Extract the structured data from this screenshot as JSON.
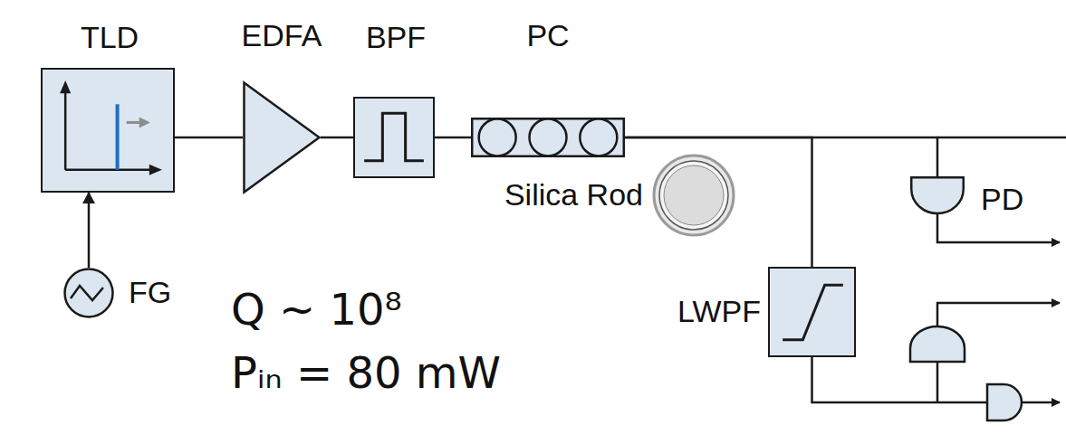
{
  "diagram": {
    "nodes": [
      {
        "text": [
          "TLD"
        ]
      },
      {
        "text": [
          "EDFA"
        ]
      },
      {
        "text": [
          "BPF"
        ]
      },
      {
        "text": [
          "PC"
        ]
      },
      {
        "text": [
          "FG"
        ]
      },
      {
        "text": [
          "Silica Rod"
        ]
      },
      {
        "text": [
          "PD"
        ]
      },
      {
        "text": [
          "LWPF"
        ]
      }
    ],
    "edges": [
      {
        "from": 4,
        "to": 0,
        "arrow": "to"
      },
      {
        "from": 0,
        "to": 1,
        "arrow": "none"
      },
      {
        "from": 1,
        "to": 2,
        "arrow": "none"
      },
      {
        "from": 2,
        "to": 3,
        "arrow": "none"
      },
      {
        "from": 3,
        "to": 7,
        "arrow": "none"
      },
      {
        "from": 3,
        "to": 6,
        "arrow": "none"
      }
    ],
    "labels": [
      "Q ~ 10⁸",
      "Pᵢₙ = 80 mW"
    ]
  }
}
